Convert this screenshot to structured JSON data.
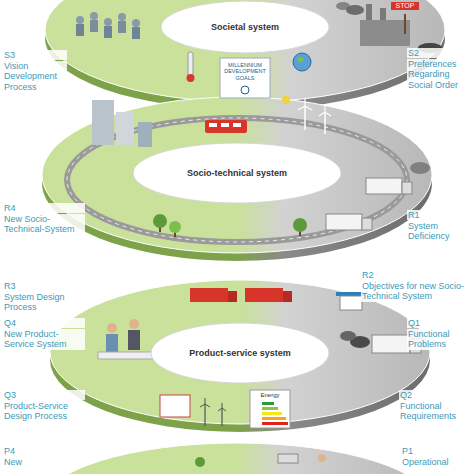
{
  "diagram": {
    "nodes": [
      {
        "text": [
          "Societal system"
        ]
      },
      {
        "text": [
          "Socio-technical system"
        ]
      },
      {
        "text": [
          "Product-service system"
        ]
      }
    ],
    "labels": [
      "STOP",
      "MILLENNIUM DEVELOPMENT GOALS",
      "S3",
      "Vision Development Process",
      "S2",
      "Preferences Regarding Social Order",
      "R4",
      "New Socio-Technical-System",
      "R1",
      "System Deficiency",
      "R3",
      "System Design Process",
      "R2",
      "Objectives for new Socio-Technical System",
      "Q4",
      "New Product-Service System",
      "Q1",
      "Functional Problems",
      "Q3",
      "Product-Service Design Process",
      "Q2",
      "Functional Requirements",
      "Energy",
      "P4",
      "New",
      "P1",
      "Operational"
    ]
  }
}
